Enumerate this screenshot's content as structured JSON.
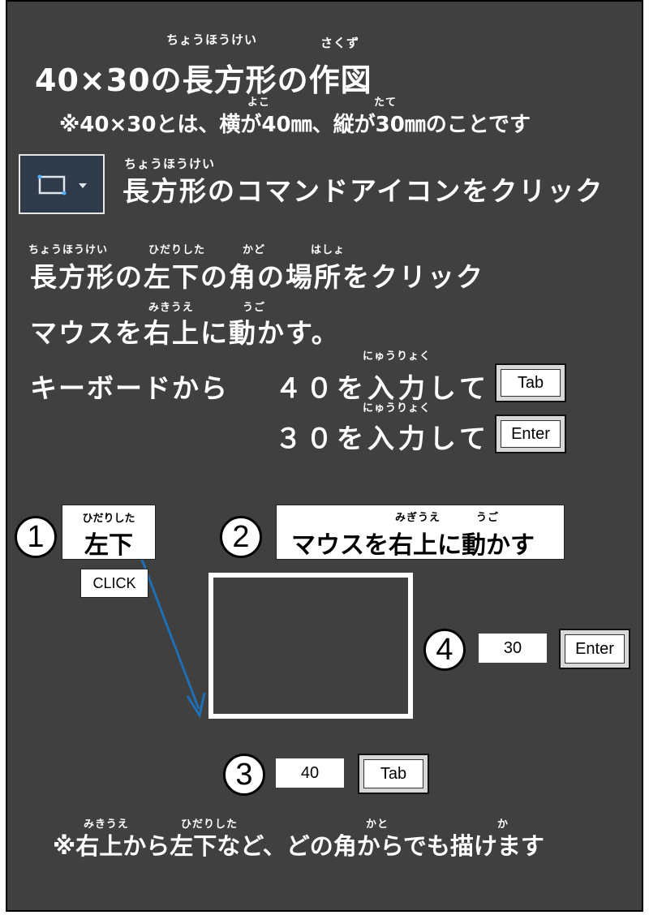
{
  "title": {
    "ruby_left": "ちょうほうけい",
    "ruby_right": "さくず",
    "text": "40×30の長方形の作図"
  },
  "note1": {
    "ruby_yoko": "よこ",
    "ruby_tate": "たて",
    "text": "※40×30とは、横が40㎜、縦が30㎜のことです"
  },
  "icon_button": {
    "icon": "rectangle-icon",
    "dropdown": "chevron-down-icon"
  },
  "step1": {
    "ruby": "ちょうほうけい",
    "text": "長方形のコマンドアイコンをクリック"
  },
  "step2": {
    "ruby1": "ちょうほうけい",
    "ruby2": "ひだりした",
    "ruby3": "かど",
    "ruby4": "はしょ",
    "text": "長方形の左下の角の場所をクリック"
  },
  "step3": {
    "ruby1": "みきうえ",
    "ruby2": "うご",
    "text": "マウスを右上に動かす。"
  },
  "step4": {
    "ruby": "にゅうりょく",
    "prefix": "キーボードから",
    "line1": "４０を入力して",
    "key1": "Tab",
    "ruby2": "にゅうりょく",
    "line2": "３０を入力して",
    "key2": "Enter"
  },
  "diagram": {
    "label1": {
      "num": "1",
      "ruby": "ひだりした",
      "text": "左下",
      "click": "CLICK"
    },
    "label2": {
      "num": "2",
      "ruby1": "みぎうえ",
      "ruby2": "うご",
      "text": "マウスを右上に動かす"
    },
    "label3": {
      "num": "3",
      "value": "40",
      "key": "Tab"
    },
    "label4": {
      "num": "4",
      "value": "30",
      "key": "Enter"
    },
    "arrow_color": "#1f6fb5"
  },
  "footer": {
    "ruby1": "みきうえ",
    "ruby2": "ひだりした",
    "ruby3": "かと",
    "ruby4": "か",
    "text": "※右上から左下など、どの角からでも描けます"
  }
}
